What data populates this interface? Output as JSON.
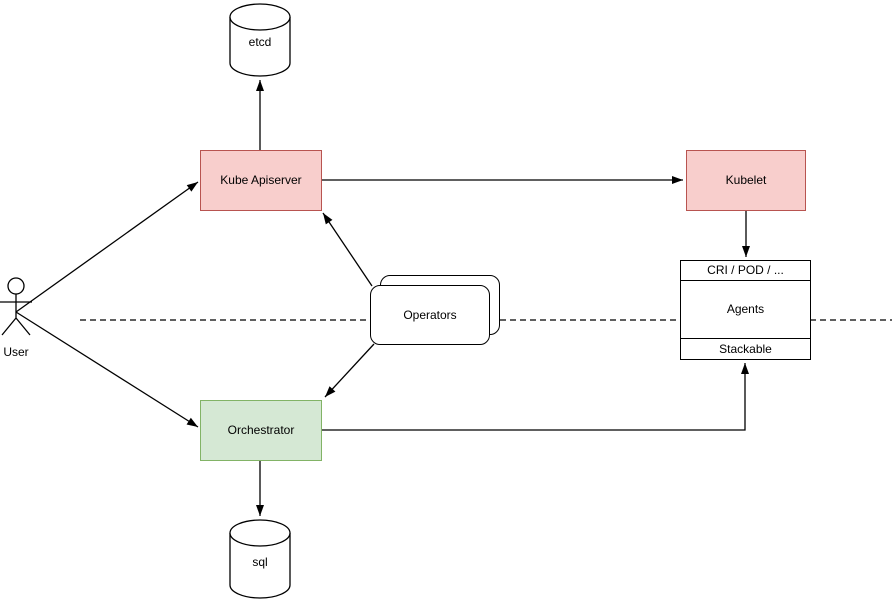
{
  "diagram": {
    "background": "#ffffff",
    "line_color": "#000000",
    "nodes": {
      "user": {
        "label": "User",
        "type": "actor"
      },
      "etcd": {
        "label": "etcd",
        "type": "database-cylinder"
      },
      "kube_apiserver": {
        "label": "Kube Apiserver",
        "fill": "#f8cecc",
        "border": "#b85450"
      },
      "kubelet": {
        "label": "Kubelet",
        "fill": "#f8cecc",
        "border": "#b85450"
      },
      "operators": {
        "label": "Operators",
        "type": "stacked-rounded-rect",
        "fill": "#ffffff"
      },
      "agents": {
        "header": "CRI / POD / ...",
        "body": "Agents",
        "footer": "Stackable",
        "fill": "#ffffff"
      },
      "orchestrator": {
        "label": "Orchestrator",
        "fill": "#d5e8d4",
        "border": "#82b366"
      },
      "sql": {
        "label": "sql",
        "type": "database-cylinder"
      }
    },
    "edges": [
      {
        "from": "user",
        "to": "kube_apiserver",
        "style": "arrow"
      },
      {
        "from": "user",
        "to": "orchestrator",
        "style": "arrow"
      },
      {
        "from": "kube_apiserver",
        "to": "etcd",
        "style": "arrow"
      },
      {
        "from": "kube_apiserver",
        "to": "kubelet",
        "style": "arrow"
      },
      {
        "from": "kubelet",
        "to": "agents",
        "style": "arrow"
      },
      {
        "from": "operators",
        "to": "kube_apiserver",
        "style": "arrow"
      },
      {
        "from": "operators",
        "to": "orchestrator",
        "style": "arrow"
      },
      {
        "from": "orchestrator",
        "to": "agents",
        "style": "elbow-arrow"
      },
      {
        "from": "orchestrator",
        "to": "sql",
        "style": "arrow"
      }
    ],
    "separator": {
      "style": "dashed",
      "orientation": "horizontal"
    }
  }
}
